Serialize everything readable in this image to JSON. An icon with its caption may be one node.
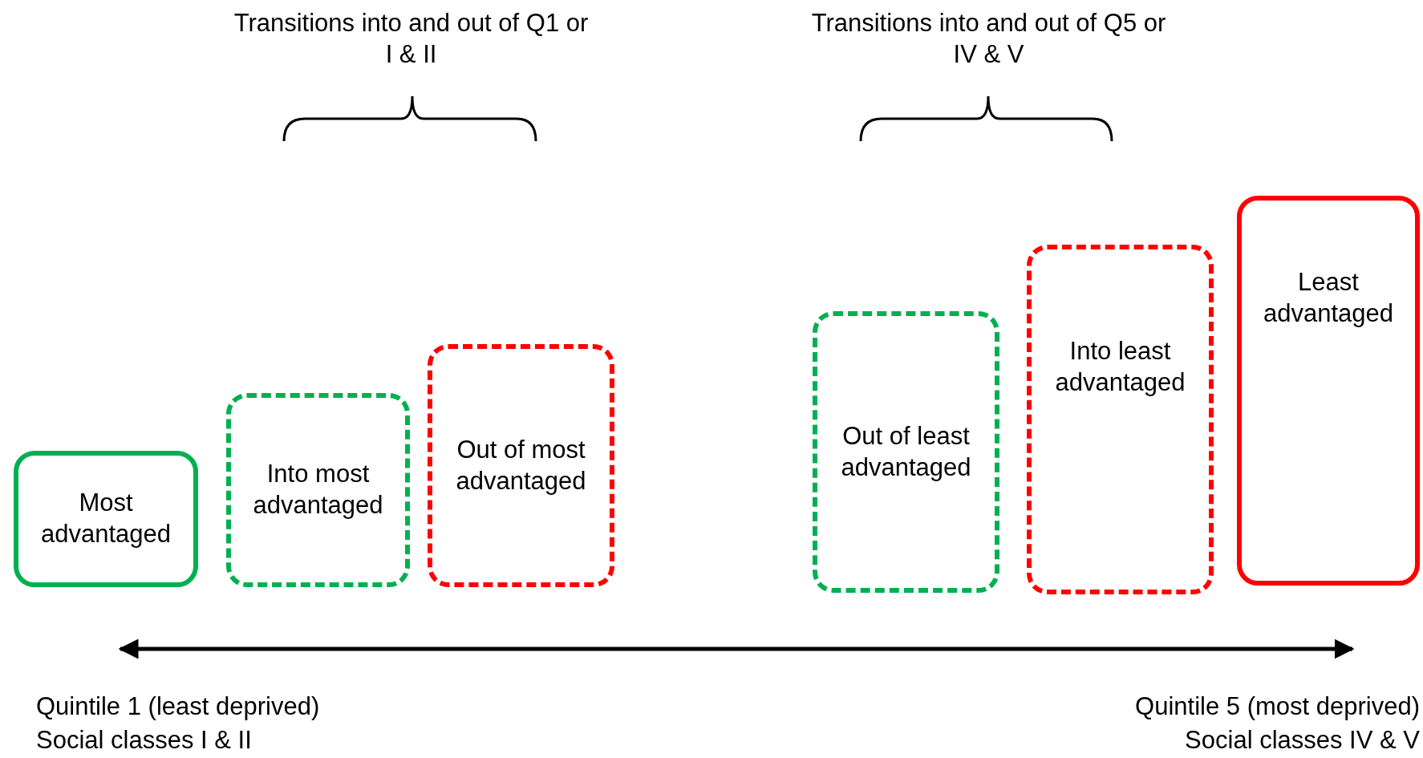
{
  "diagram": {
    "nodes": [
      {
        "text": [
          "Most advantaged"
        ]
      },
      {
        "text": [
          "Into most advantaged"
        ]
      },
      {
        "text": [
          "Out of most advantaged"
        ]
      },
      {
        "text": [
          "Out of least advantaged"
        ]
      },
      {
        "text": [
          "Into least advantaged"
        ]
      },
      {
        "text": [
          "Least advantaged"
        ]
      }
    ],
    "labels": [
      "Transitions into and out of Q1 or I & II",
      "Transitions into and out of Q5 or IV & V",
      "Quintile 1 (least deprived)",
      "Social classes I & II",
      "Quintile 5 (most deprived)",
      "Social classes IV & V"
    ]
  }
}
